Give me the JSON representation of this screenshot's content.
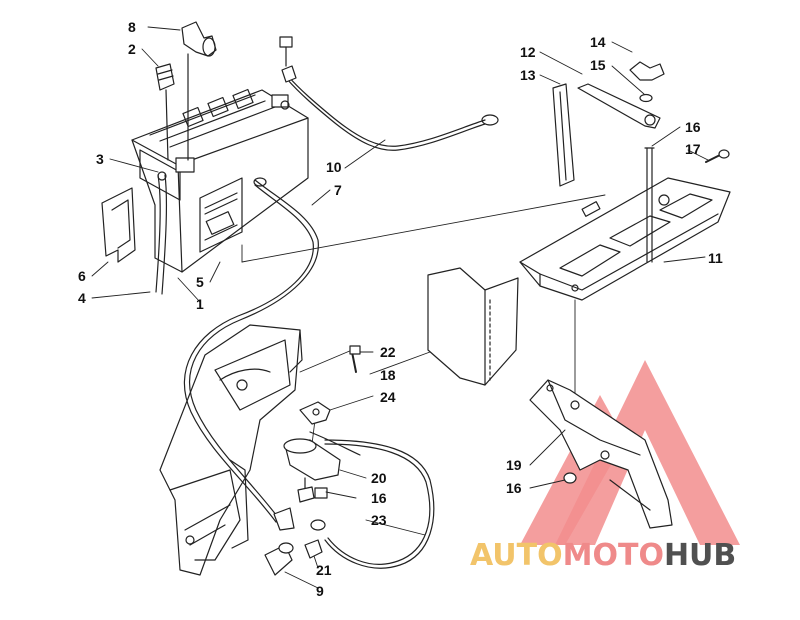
{
  "colors": {
    "line": "#222222",
    "logo_yellow": "#f2c46a",
    "logo_red": "#ef7a7a",
    "logo_gray": "#4a4a4a"
  },
  "watermark": {
    "segments": [
      {
        "text": "AUTO",
        "color": "#f2c46a"
      },
      {
        "text": "MOTO",
        "color": "#ef8a8a"
      },
      {
        "text": "HUB",
        "color": "#505050"
      }
    ]
  },
  "callouts": {
    "c8": "8",
    "c2": "2",
    "c3": "3",
    "c6": "6",
    "c4": "4",
    "c5": "5",
    "c1": "1",
    "c10": "10",
    "c7": "7",
    "c12": "12",
    "c13": "13",
    "c14": "14",
    "c15": "15",
    "c16a": "16",
    "c17": "17",
    "c11": "11",
    "c22": "22",
    "c18": "18",
    "c24": "24",
    "c20": "20",
    "c16b": "16",
    "c23": "23",
    "c21": "21",
    "c9": "9",
    "c19": "19",
    "c16c": "16"
  }
}
